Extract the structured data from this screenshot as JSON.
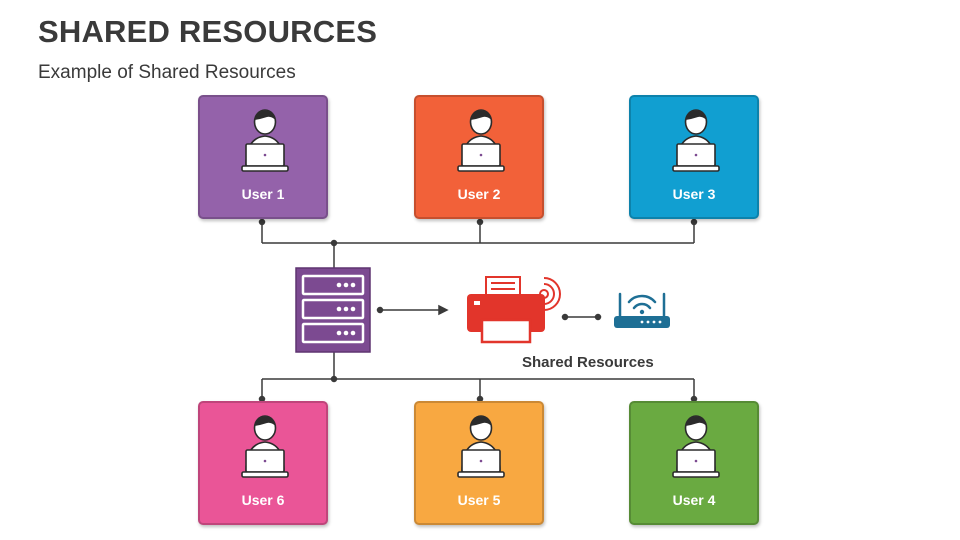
{
  "title": "SHARED RESOURCES",
  "subtitle": "Example of Shared Resources",
  "resources_label": "Shared Resources",
  "users": [
    {
      "label": "User 1",
      "color": "#9462aa"
    },
    {
      "label": "User 2",
      "color": "#f26139"
    },
    {
      "label": "User 3",
      "color": "#119fd1"
    },
    {
      "label": "User 6",
      "color": "#ea5597"
    },
    {
      "label": "User 5",
      "color": "#f8a841"
    },
    {
      "label": "User 4",
      "color": "#6aaa41"
    }
  ],
  "colors": {
    "server": "#7c4a91",
    "printer": "#e2352b",
    "router": "#1e6f95",
    "connector": "#3a3a3a"
  },
  "icons": {
    "user": "person-with-laptop-icon",
    "server": "server-rack-icon",
    "printer": "wireless-printer-icon",
    "router": "wifi-router-icon"
  }
}
